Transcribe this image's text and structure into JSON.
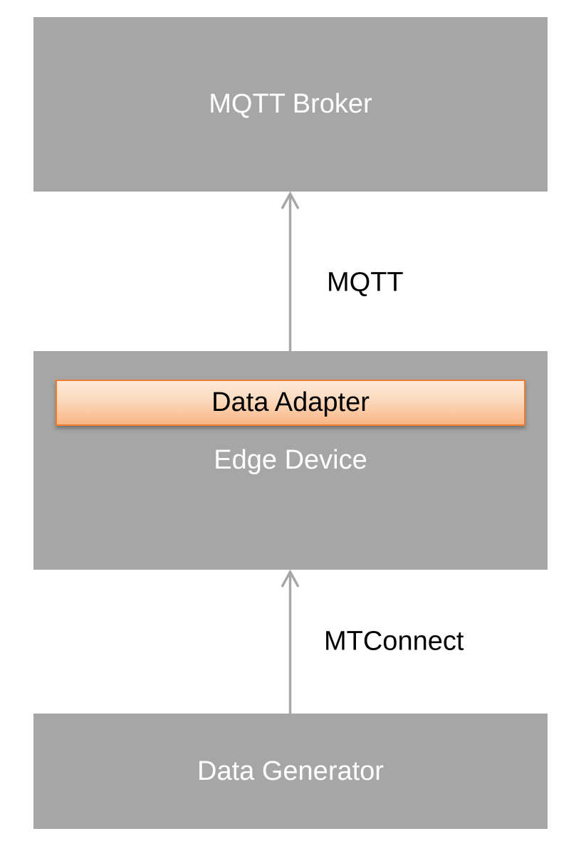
{
  "diagram": {
    "type": "vertical-flow-architecture",
    "nodes": [
      {
        "id": "mqtt-broker",
        "label": "MQTT Broker"
      },
      {
        "id": "edge-device",
        "label": "Edge Device",
        "child_label": "Data Adapter"
      },
      {
        "id": "data-generator",
        "label": "Data Generator"
      }
    ],
    "edges": [
      {
        "from": "edge-device",
        "to": "mqtt-broker",
        "label": "MQTT",
        "direction": "up"
      },
      {
        "from": "data-generator",
        "to": "edge-device",
        "label": "MTConnect",
        "direction": "up"
      }
    ],
    "colors": {
      "background": "#ffffff",
      "node_fill": "#a6a6a6",
      "node_text": "#ffffff",
      "arrow_line": "#a6a6a6",
      "edge_label_text": "#000000",
      "highlight_border": "#ed7d31",
      "highlight_fill_top": "#fde9da",
      "highlight_fill_bottom": "#f9b583",
      "highlight_text": "#000000"
    }
  }
}
